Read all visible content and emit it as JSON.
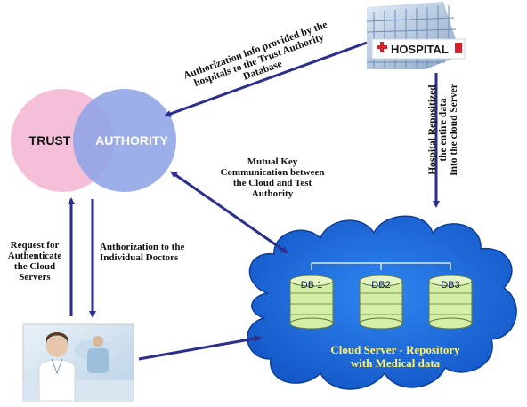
{
  "labels": {
    "auth_info_line1": "Authorization info provided by the",
    "auth_info_line2": "hospitals to the Trust Authority",
    "auth_info_line3": "Database",
    "mutual_key": "Mutual Key Communication between the Cloud and Test Authority",
    "hospital_repo_line1": "Hospital Repositized",
    "hospital_repo_line2": "the entire data",
    "hospital_repo_line3": "Into the cloud Server",
    "request_auth": "Request for Authenticate the Cloud Servers",
    "authorization_doctors": "Authorization to the Individual Doctors"
  },
  "venn": {
    "left": "TRUST",
    "right": "AUTHORITY"
  },
  "hospital": {
    "sign": "HOSPITAL"
  },
  "cloud": {
    "databases": [
      "DB 1",
      "DB2",
      "DB3"
    ],
    "caption_line1": "Cloud Server  - Repository",
    "caption_line2": "with  Medical data"
  },
  "colors": {
    "arrow": "#2b2e8c",
    "trust_circle": "#f4bcd7",
    "authority_circle": "#8fa4e6",
    "cloud_fill": "#1f6fe0",
    "db_fill": "#d4eda7",
    "caption": "#fff36a"
  }
}
